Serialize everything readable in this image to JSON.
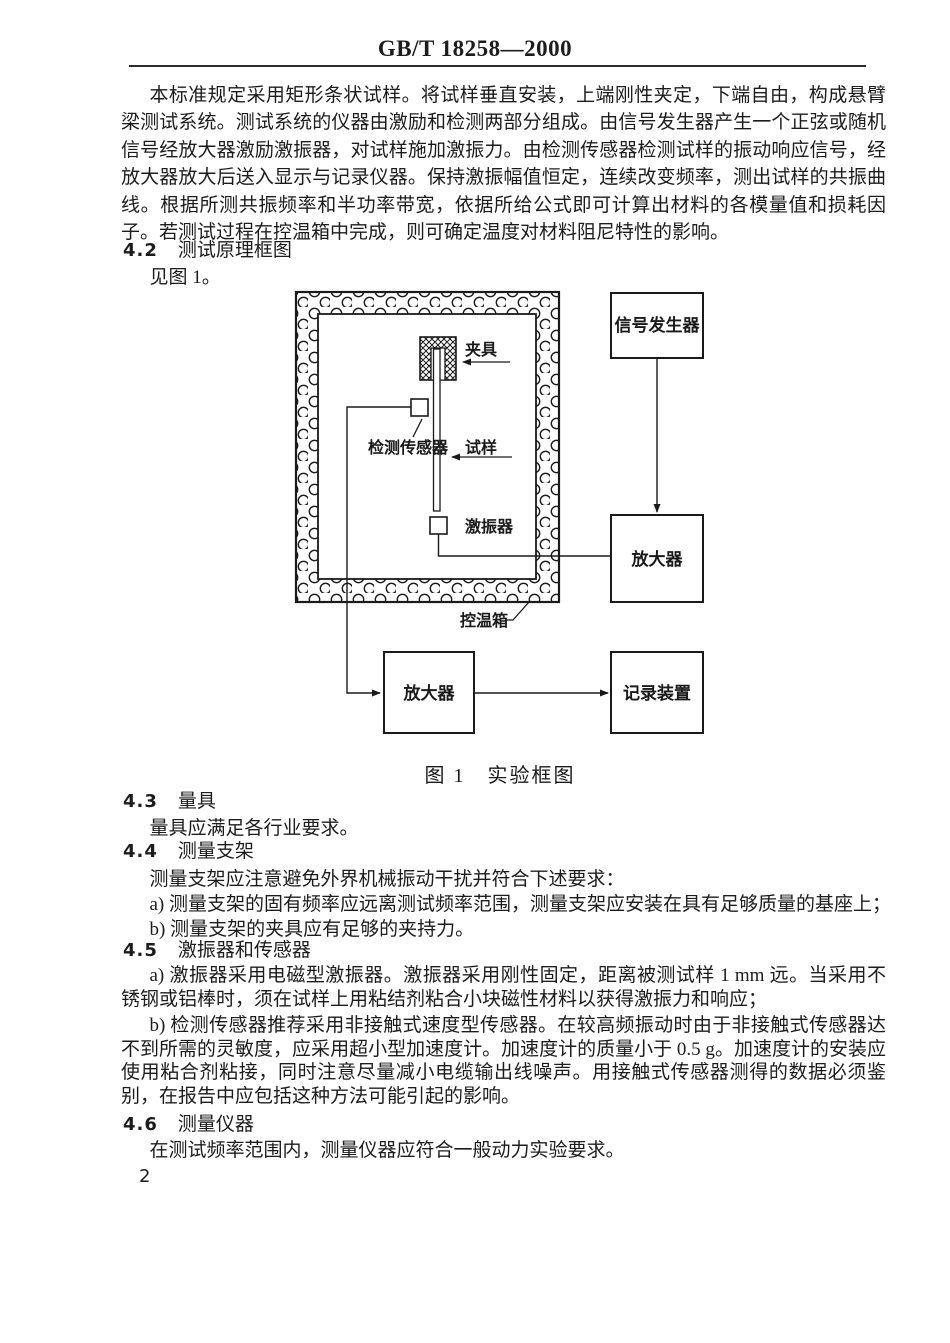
{
  "page": {
    "header": "GB/T 18258—2000",
    "page_number": "2"
  },
  "intro": "本标准规定采用矩形条状试样。将试样垂直安装，上端刚性夹定，下端自由，构成悬臂梁测试系统。测试系统的仪器由激励和检测两部分组成。由信号发生器产生一个正弦或随机信号经放大器激励激振器，对试样施加激振力。由检测传感器检测试样的振动响应信号，经放大器放大后送入显示与记录仪器。保持激振幅值恒定，连续改变频率，测出试样的共振曲线。根据所测共振频率和半功率带宽，依据所给公式即可计算出材料的各模量值和损耗因子。若测试过程在控温箱中完成，则可确定温度对材料阻尼特性的影响。",
  "sections": {
    "s42": {
      "num": "4.2",
      "title": "测试原理框图",
      "body": "见图 1。"
    },
    "s43": {
      "num": "4.3",
      "title": "量具",
      "body": "量具应满足各行业要求。"
    },
    "s44": {
      "num": "4.4",
      "title": "测量支架",
      "intro": "测量支架应注意避免外界机械振动干扰并符合下述要求：",
      "item_a": "a) 测量支架的固有频率应远离测试频率范围，测量支架应安装在具有足够质量的基座上；",
      "item_b": "b) 测量支架的夹具应有足够的夹持力。"
    },
    "s45": {
      "num": "4.5",
      "title": "激振器和传感器",
      "item_a": "a) 激振器采用电磁型激振器。激振器采用刚性固定，距离被测试样 1 mm 远。当采用不锈钢或铝棒时，须在试样上用粘结剂粘合小块磁性材料以获得激振力和响应；",
      "item_b": "b) 检测传感器推荐采用非接触式速度型传感器。在较高频振动时由于非接触式传感器达不到所需的灵敏度，应采用超小型加速度计。加速度计的质量小于 0.5 g。加速度计的安装应使用粘合剂粘接，同时注意尽量减小电缆输出线噪声。用接触式传感器测得的数据必须鉴别，在报告中应包括这种方法可能引起的影响。"
    },
    "s46": {
      "num": "4.6",
      "title": "测量仪器",
      "body": "在测试频率范围内，测量仪器应符合一般动力实验要求。"
    }
  },
  "figure": {
    "caption": "图 1　实验框图",
    "labels": {
      "signal_generator": "信号发生器",
      "amplifier": "放大器",
      "recorder": "记录装置",
      "chamber": "控温箱",
      "clamp": "夹具",
      "specimen": "试样",
      "exciter": "激振器",
      "sensor": "检测传感器"
    }
  }
}
